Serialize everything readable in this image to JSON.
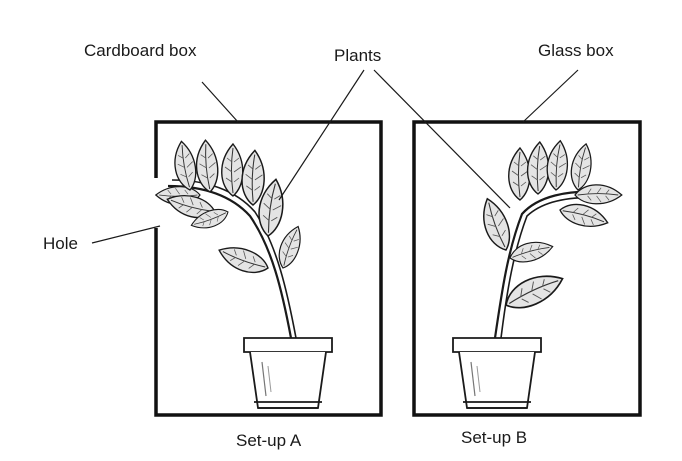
{
  "labels": {
    "cardboard_box": "Cardboard box",
    "plants": "Plants",
    "glass_box": "Glass box",
    "hole": "Hole"
  },
  "captions": {
    "setup_a": "Set-up A",
    "setup_b": "Set-up B"
  }
}
